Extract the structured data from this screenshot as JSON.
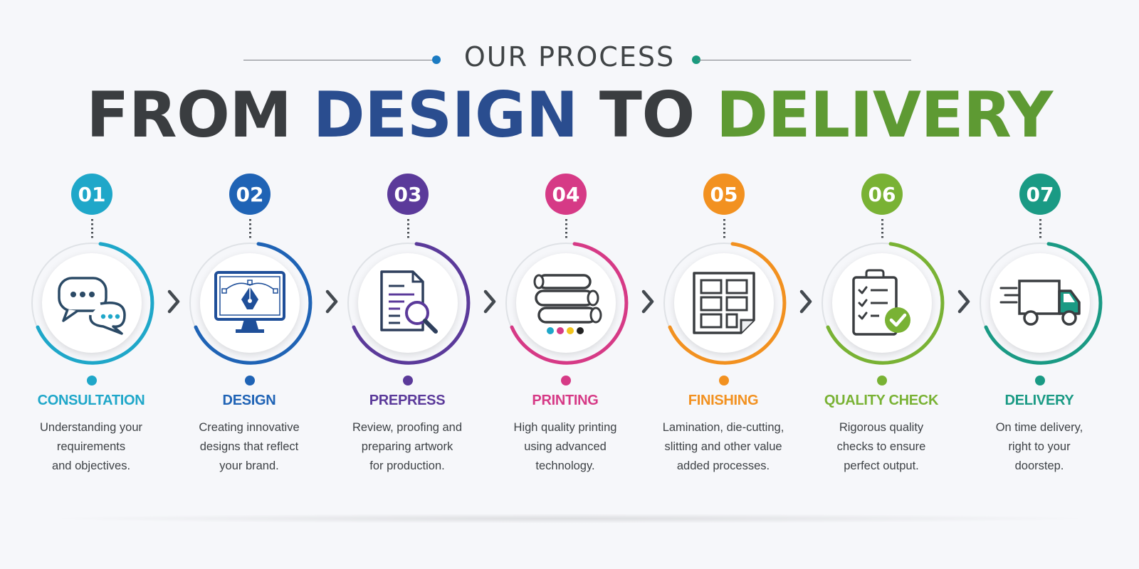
{
  "header": {
    "eyebrow": "OUR PROCESS",
    "title_part1": "FROM ",
    "title_part2": "DESIGN",
    "title_part3": " TO ",
    "title_part4": "DELIVERY",
    "colors": {
      "dark": "#3a3d40",
      "blue": "#2a4d8f",
      "green": "#5e9a33"
    }
  },
  "steps": [
    {
      "number": "01",
      "title": "CONSULTATION",
      "desc": "Understanding your\nrequirements\nand objectives.",
      "color": "#1fa7c9",
      "icon": "chat-bubbles-icon"
    },
    {
      "number": "02",
      "title": "DESIGN",
      "desc": "Creating innovative\ndesigns that reflect\nyour brand.",
      "color": "#1f63b5",
      "icon": "pen-tool-monitor-icon"
    },
    {
      "number": "03",
      "title": "PREPRESS",
      "desc": "Review, proofing and\npreparing artwork\nfor production.",
      "color": "#5b3a9a",
      "icon": "document-magnifier-icon"
    },
    {
      "number": "04",
      "title": "PRINTING",
      "desc": "High quality printing\nusing advanced\ntechnology.",
      "color": "#d63a86",
      "icon": "printing-rollers-icon"
    },
    {
      "number": "05",
      "title": "FINISHING",
      "desc": "Lamination, die-cutting,\nslitting and other value\nadded processes.",
      "color": "#f29120",
      "icon": "cut-sheet-icon"
    },
    {
      "number": "06",
      "title": "QUALITY CHECK",
      "desc": "Rigorous quality\nchecks to ensure\nperfect output.",
      "color": "#79b234",
      "icon": "clipboard-check-icon"
    },
    {
      "number": "07",
      "title": "DELIVERY",
      "desc": "On time delivery,\nright to your\ndoorstep.",
      "color": "#1a9a84",
      "icon": "delivery-truck-icon"
    }
  ]
}
